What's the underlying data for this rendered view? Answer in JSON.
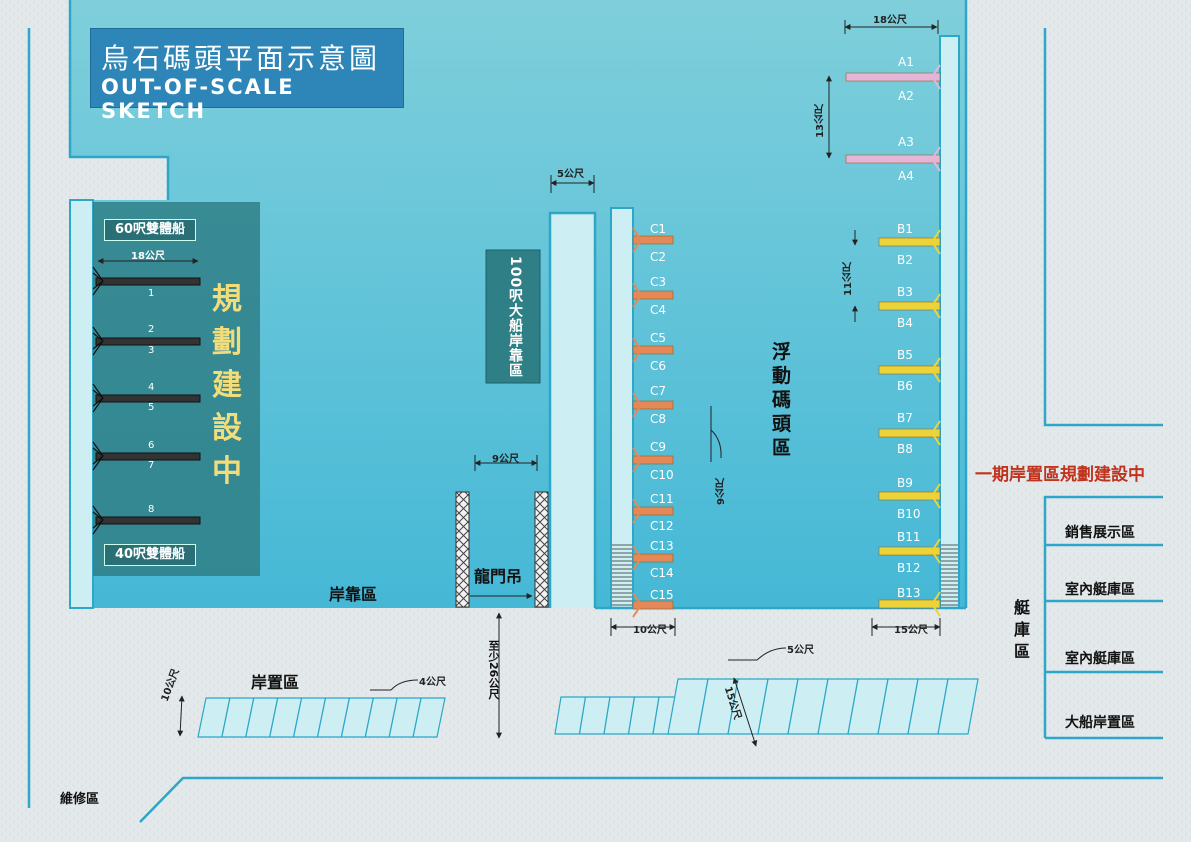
{
  "title": {
    "zh": "烏石碼頭平面示意圖",
    "en": "OUT-OF-SCALE SKETCH"
  },
  "left_zone": {
    "top_tag": "60呎雙體船",
    "bottom_tag": "40呎雙體船",
    "dim": "18公尺",
    "planning_text": "規劃建設中",
    "slip_numbers": [
      "1",
      "2",
      "3",
      "4",
      "5",
      "6",
      "7",
      "8"
    ]
  },
  "big_boat_area": "100呎大船岸靠區",
  "mid_pier_dim": "5公尺",
  "crane": {
    "label": "龍門吊",
    "dim": "9公尺"
  },
  "berth_area": "岸靠區",
  "min_dist": "至少26公尺",
  "floating_dock_label": "浮動碼頭區",
  "c_berths": [
    "C1",
    "C2",
    "C3",
    "C4",
    "C5",
    "C6",
    "C7",
    "C8",
    "C9",
    "C10",
    "C11",
    "C12",
    "C13",
    "C14",
    "C15"
  ],
  "c_dim_9": "9公尺",
  "c_dim_10": "10公尺",
  "a_berths": [
    "A1",
    "A2",
    "A3",
    "A4"
  ],
  "a_dim_18": "18公尺",
  "a_dim_13": "13公尺",
  "b_berths": [
    "B1",
    "B2",
    "B3",
    "B4",
    "B5",
    "B6",
    "B7",
    "B8",
    "B9",
    "B10",
    "B11",
    "B12",
    "B13"
  ],
  "b_dim_11": "11公尺",
  "b_dim_15": "15公尺",
  "phase1_notice": "一期岸置區規劃建設中",
  "right_zones": [
    "銷售展示區",
    "室內艇庫區",
    "室內艇庫區",
    "大船岸置區"
  ],
  "garage_label": "艇庫區",
  "shore_area": "岸置區",
  "shore_dims": {
    "w4": "4公尺",
    "w10": "10公尺",
    "w5": "5公尺",
    "w15": "15公尺"
  },
  "repair_area": "維修區",
  "colors": {
    "water_top": "#7fcfdb",
    "water_bottom": "#45b8d6",
    "pier": "#cdeef2",
    "a_finger": "#e6b4d6",
    "b_finger": "#ecd33a",
    "c_finger": "#e48858",
    "planning_text": "#f3dc7a",
    "notice_red": "#c0341f",
    "title_bg": "#2e86b8",
    "ground": "#e3e8ea",
    "line_blue": "#2da6c8"
  }
}
